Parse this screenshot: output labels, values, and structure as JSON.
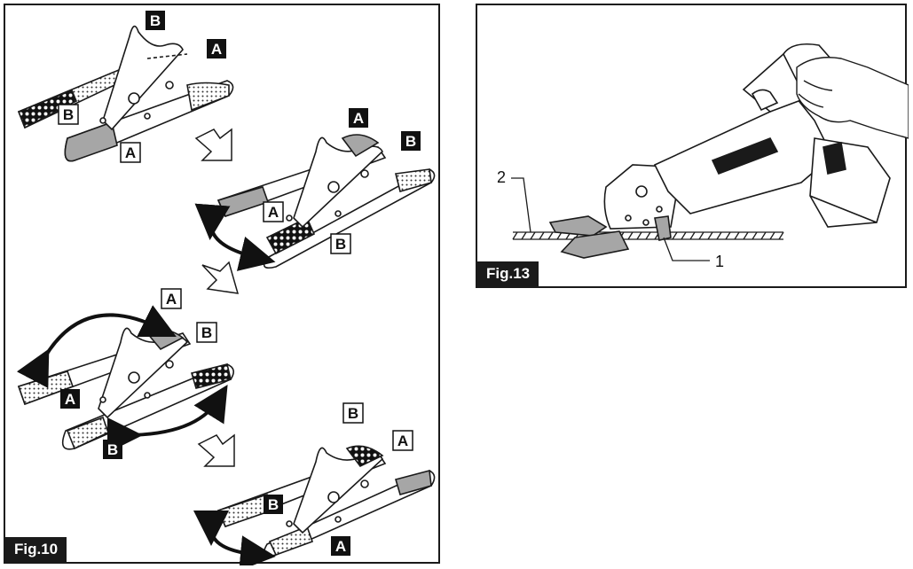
{
  "fig10": {
    "caption": "Fig.10",
    "labels": {
      "a": "A",
      "b": "B"
    }
  },
  "fig13": {
    "caption": "Fig.13",
    "callout_1": "1",
    "callout_2": "2"
  },
  "colors": {
    "line": "#1a1a1a",
    "shade": "#a6a6a6",
    "caption_bg": "#1a1a1a",
    "caption_fg": "#ffffff"
  }
}
